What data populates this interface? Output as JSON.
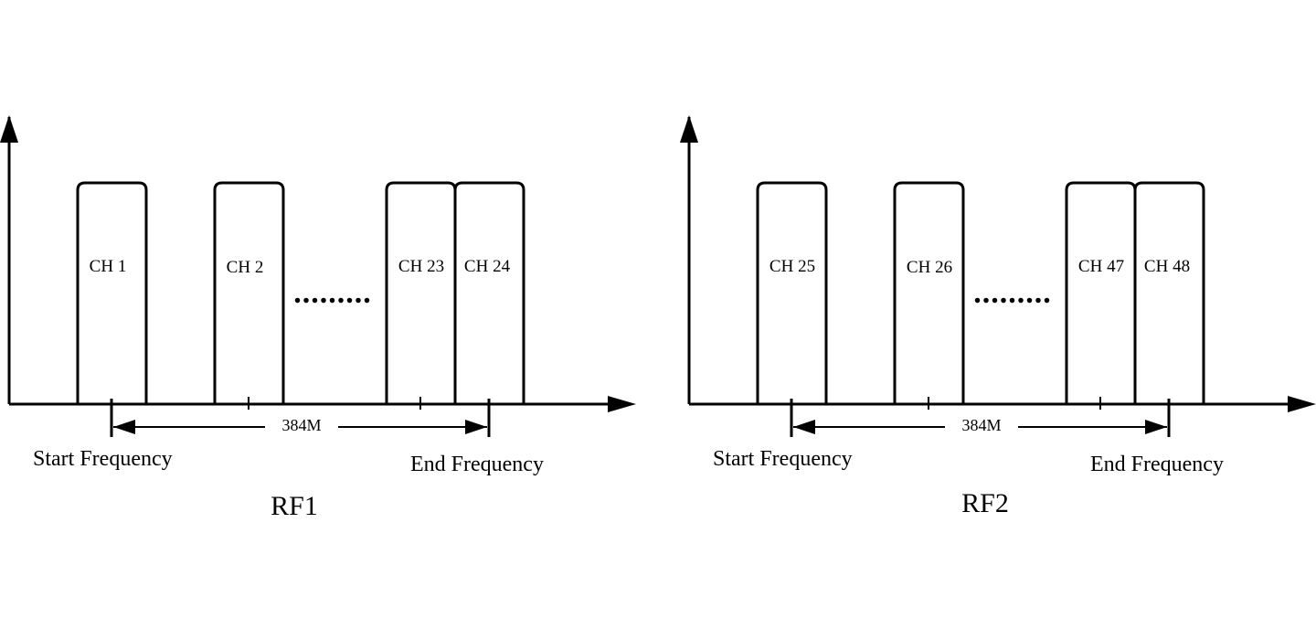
{
  "panels": [
    {
      "title": "RF1",
      "span_label": "384M",
      "start_label": "Start Frequency",
      "end_label": "End Frequency",
      "channels": [
        "CH 1",
        "CH 2",
        "CH 23",
        "CH 24"
      ],
      "ellipsis": "........."
    },
    {
      "title": "RF2",
      "span_label": "384M",
      "start_label": "Start Frequency",
      "end_label": "End Frequency",
      "channels": [
        "CH 25",
        "CH 26",
        "CH 47",
        "CH 48"
      ],
      "ellipsis": "........."
    }
  ]
}
